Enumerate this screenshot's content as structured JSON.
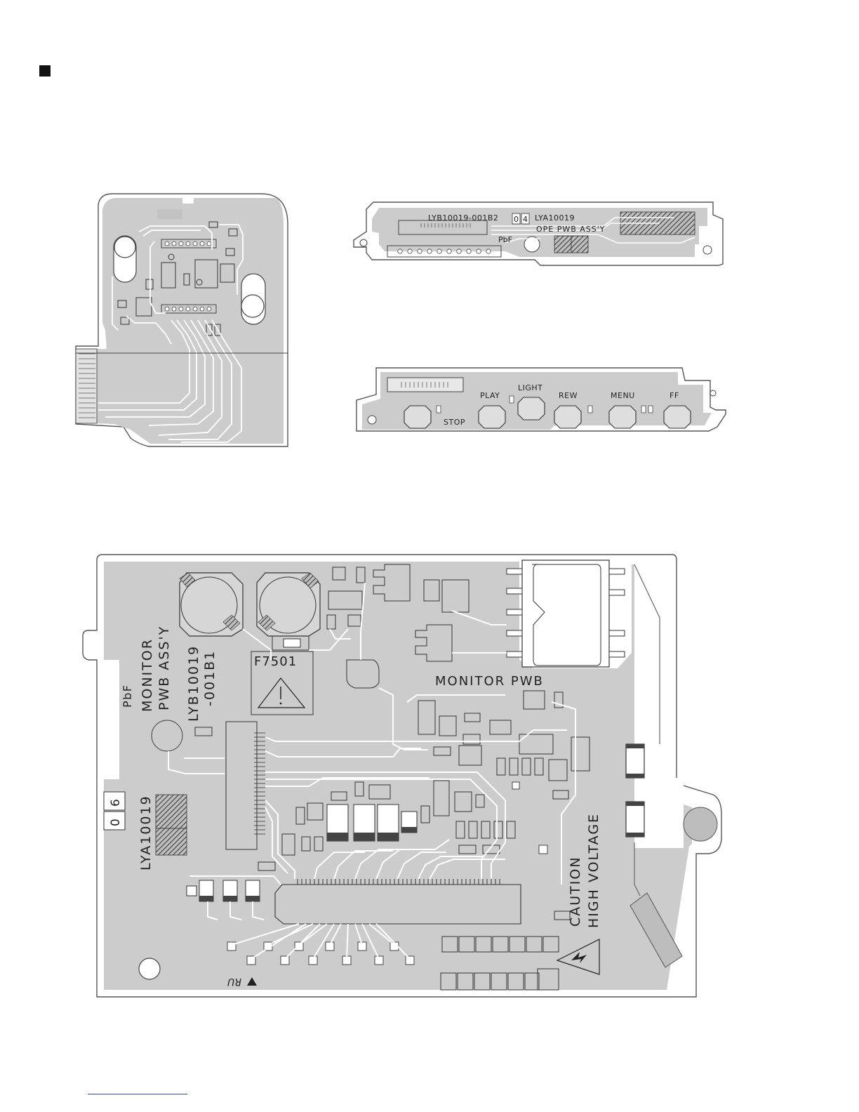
{
  "colors": {
    "board": "#c9c9c9",
    "outline": "#555555",
    "trace": "#ffffff",
    "hatch": "#333333",
    "rule": "#2b4fa8"
  },
  "ope_board": {
    "part_number": "LYB10019-001B2",
    "rev_digits": [
      "0",
      "4"
    ],
    "assy_number": "LYA10019",
    "assy_name": "OPE PWB ASS'Y",
    "pbf": "PbF"
  },
  "switch_board": {
    "buttons": [
      {
        "id": "stop",
        "label": "STOP"
      },
      {
        "id": "play",
        "label": "PLAY"
      },
      {
        "id": "light",
        "label": "LIGHT"
      },
      {
        "id": "rew",
        "label": "REW"
      },
      {
        "id": "menu",
        "label": "MENU"
      },
      {
        "id": "ff",
        "label": "FF"
      }
    ]
  },
  "monitor_board": {
    "pbf": "PbF",
    "assy_line1": "MONITOR",
    "assy_line2": "PWB ASS'Y",
    "part_line1": "LYB10019",
    "part_line2": "-001B1",
    "fuse": "F7501",
    "pwb_label": "MONITOR  PWB",
    "rev_digits": [
      "0",
      "6"
    ],
    "assy_number": "LYA10019",
    "caution_line1": "CAUTION",
    "caution_line2": "HIGH VOLTAGE"
  }
}
